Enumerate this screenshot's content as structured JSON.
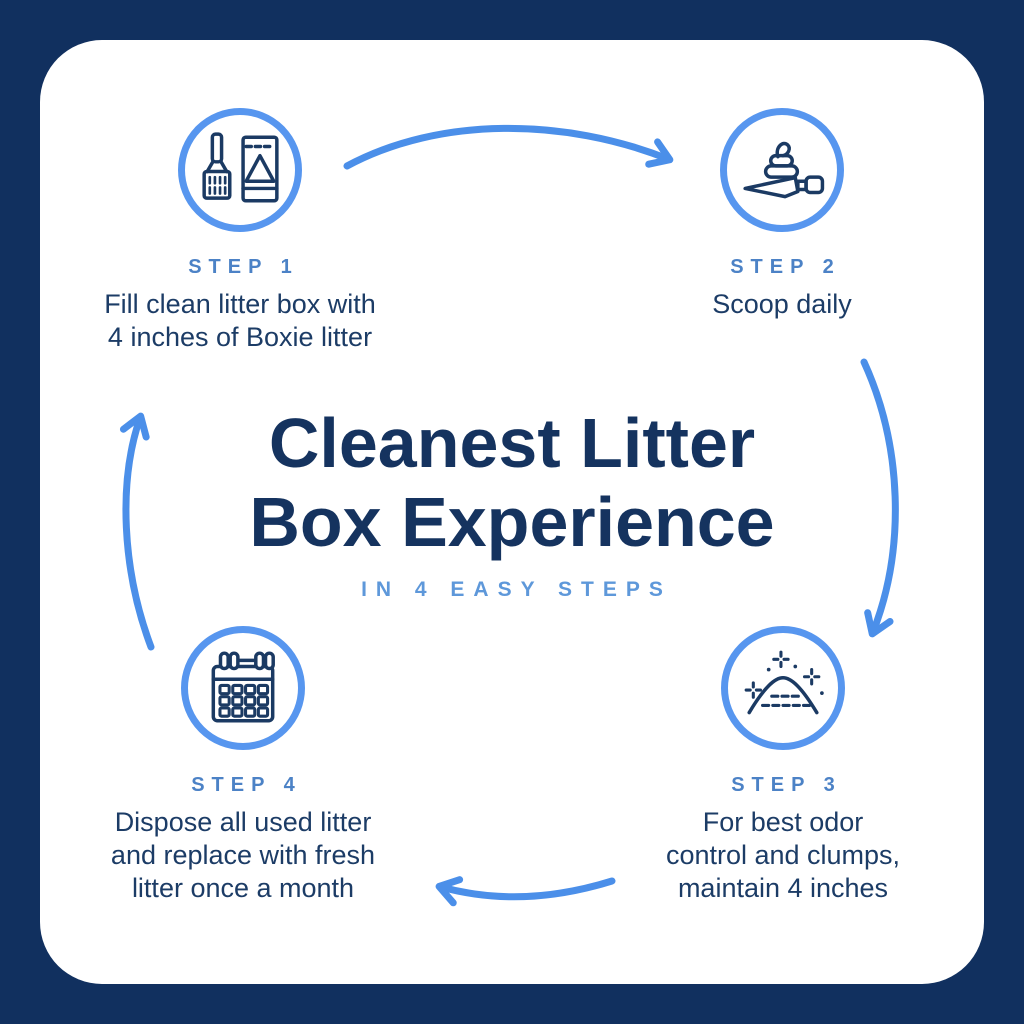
{
  "page": {
    "background_color": "#11305F",
    "card_color": "#FFFFFF",
    "accent_blue": "#4B8FE9",
    "ring_blue": "#5796EF",
    "label_blue": "#4C82C6",
    "subtitle_blue": "#5E98DA",
    "text_navy": "#1C3C66",
    "title_navy": "#15335F",
    "icon_navy": "#1B3A63"
  },
  "title": {
    "line1": "Cleanest Litter",
    "line2": "Box Experience",
    "subtitle": "IN 4 EASY STEPS"
  },
  "steps": [
    {
      "label": "STEP 1",
      "icon": "litter-scoop-and-bag-icon",
      "description": "Fill clean litter box with 4 inches of Boxie litter",
      "lines": [
        "Fill clean litter box with",
        "4 inches of Boxie litter"
      ]
    },
    {
      "label": "STEP 2",
      "icon": "scoop-with-clump-icon",
      "description": "Scoop daily",
      "lines": [
        "Scoop daily"
      ]
    },
    {
      "label": "STEP 3",
      "icon": "litter-mound-sparkle-icon",
      "description": "For best odor control and clumps, maintain 4 inches",
      "lines": [
        "For best odor",
        "control and clumps,",
        "maintain 4 inches"
      ]
    },
    {
      "label": "STEP 4",
      "icon": "calendar-icon",
      "description": "Dispose all used litter and replace with fresh litter once a month",
      "lines": [
        "Dispose all used litter",
        "and replace with fresh",
        "litter once a month"
      ]
    }
  ]
}
